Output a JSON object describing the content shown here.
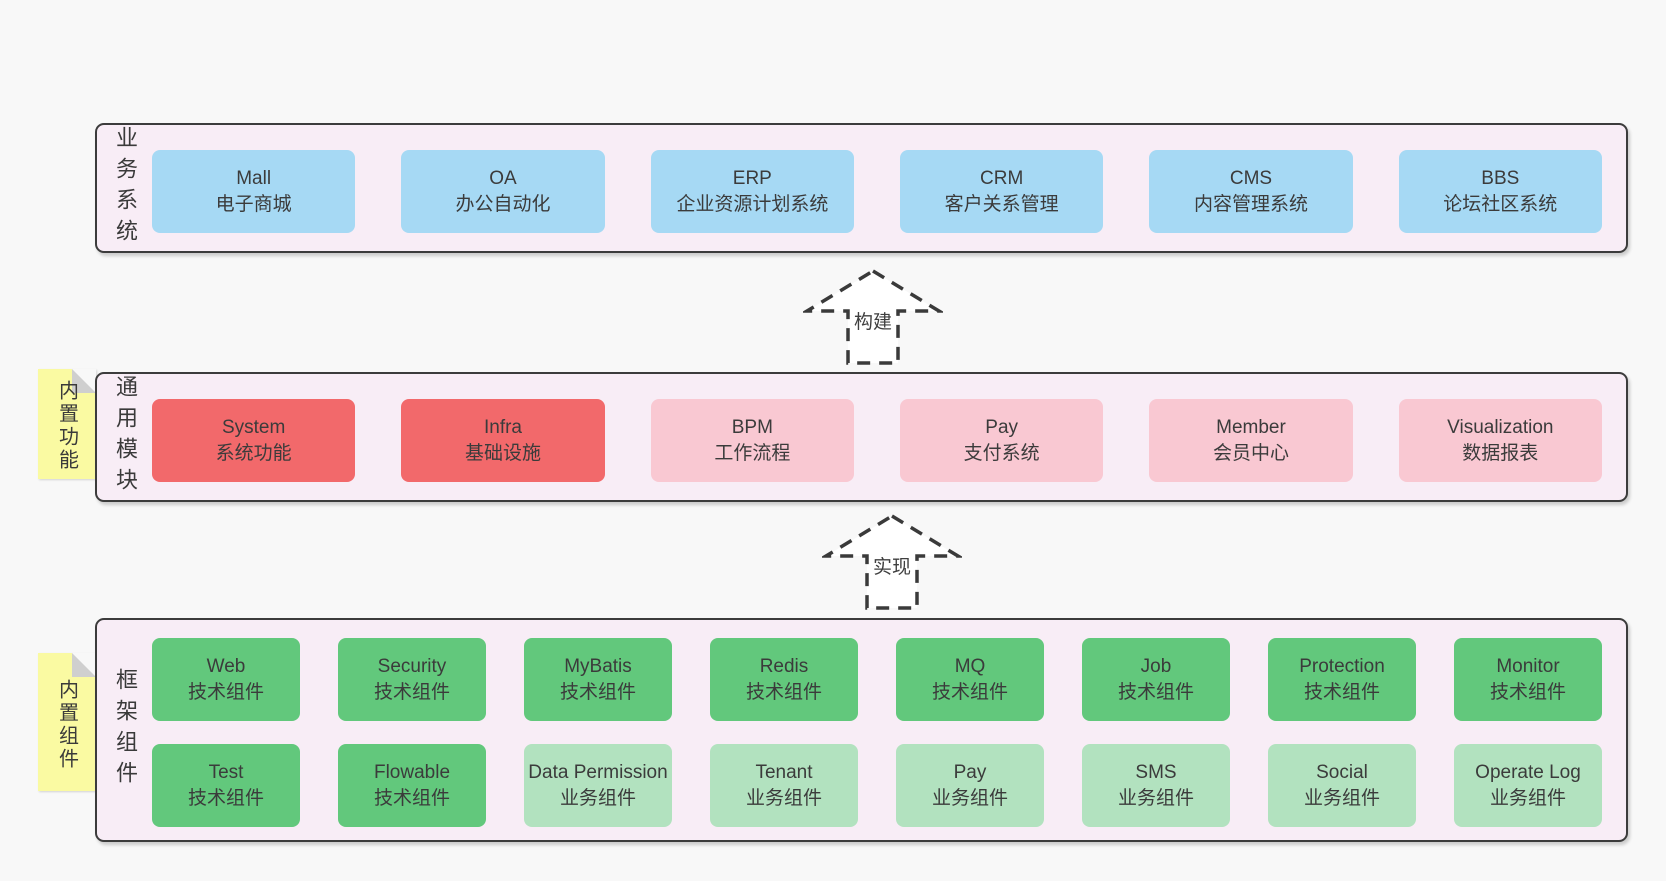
{
  "diagram": {
    "colors": {
      "page_bg": "#f8f8f8",
      "panel_bg": "#f8edf6",
      "panel_border": "#3c3c3c",
      "blue": "#a6d9f4",
      "red": "#f2696b",
      "pink": "#f9c8d2",
      "green": "#62c87c",
      "light_green": "#b2e2bf",
      "sticky_yellow": "#fafaa2"
    },
    "arrows": {
      "build": "构建",
      "implement": "实现"
    },
    "sections": {
      "business": {
        "label": "业务系统",
        "items": [
          {
            "title": "Mall",
            "subtitle": "电子商城"
          },
          {
            "title": "OA",
            "subtitle": "办公自动化"
          },
          {
            "title": "ERP",
            "subtitle": "企业资源计划系统"
          },
          {
            "title": "CRM",
            "subtitle": "客户关系管理"
          },
          {
            "title": "CMS",
            "subtitle": "内容管理系统"
          },
          {
            "title": "BBS",
            "subtitle": "论坛社区系统"
          }
        ]
      },
      "modules": {
        "label": "通用模块",
        "sticky": "内置功能",
        "items": [
          {
            "title": "System",
            "subtitle": "系统功能"
          },
          {
            "title": "Infra",
            "subtitle": "基础设施"
          },
          {
            "title": "BPM",
            "subtitle": "工作流程"
          },
          {
            "title": "Pay",
            "subtitle": "支付系统"
          },
          {
            "title": "Member",
            "subtitle": "会员中心"
          },
          {
            "title": "Visualization",
            "subtitle": "数据报表"
          }
        ]
      },
      "framework": {
        "label": "框架组件",
        "sticky": "内置组件",
        "row1": [
          {
            "title": "Web",
            "subtitle": "技术组件"
          },
          {
            "title": "Security",
            "subtitle": "技术组件"
          },
          {
            "title": "MyBatis",
            "subtitle": "技术组件"
          },
          {
            "title": "Redis",
            "subtitle": "技术组件"
          },
          {
            "title": "MQ",
            "subtitle": "技术组件"
          },
          {
            "title": "Job",
            "subtitle": "技术组件"
          },
          {
            "title": "Protection",
            "subtitle": "技术组件"
          },
          {
            "title": "Monitor",
            "subtitle": "技术组件"
          }
        ],
        "row2": [
          {
            "title": "Test",
            "subtitle": "技术组件"
          },
          {
            "title": "Flowable",
            "subtitle": "技术组件"
          },
          {
            "title": "Data Permission",
            "subtitle": "业务组件"
          },
          {
            "title": "Tenant",
            "subtitle": "业务组件"
          },
          {
            "title": "Pay",
            "subtitle": "业务组件"
          },
          {
            "title": "SMS",
            "subtitle": "业务组件"
          },
          {
            "title": "Social",
            "subtitle": "业务组件"
          },
          {
            "title": "Operate Log",
            "subtitle": "业务组件"
          }
        ]
      }
    }
  }
}
